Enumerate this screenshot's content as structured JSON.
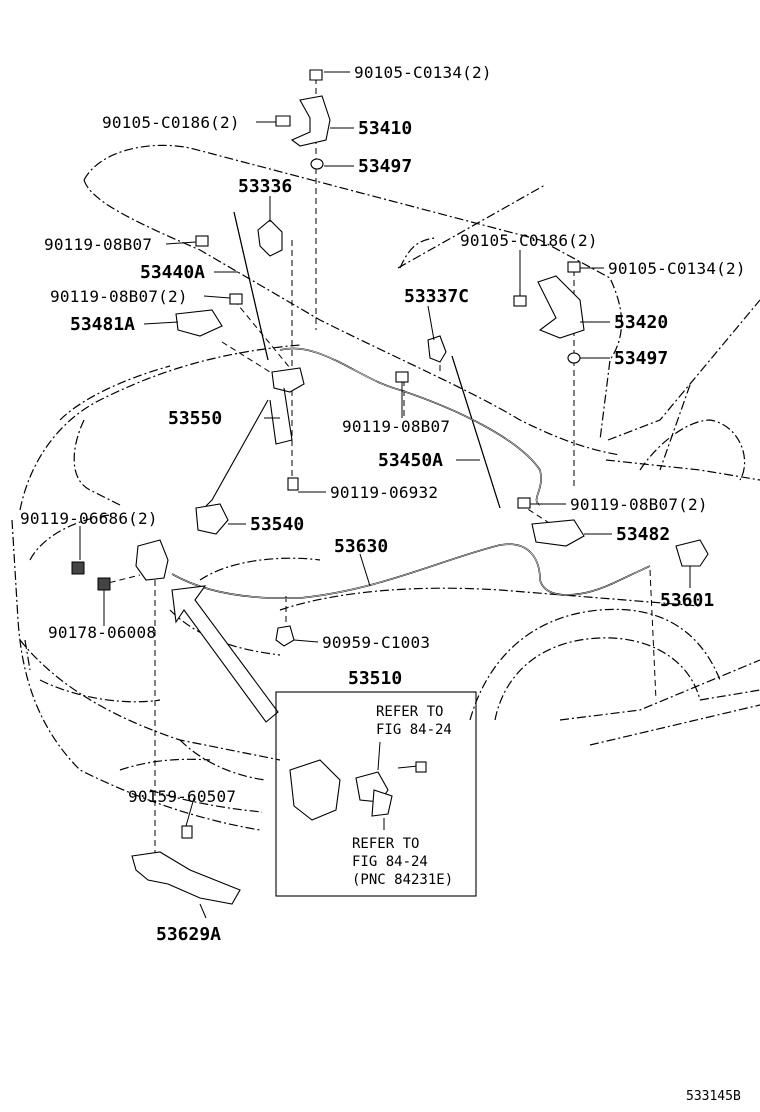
{
  "diagram_id": "533145B",
  "labels": {
    "p90105_c0134_top": "90105-C0134(2)",
    "p90105_c0186_left": "90105-C0186(2)",
    "p53410": "53410",
    "p53497_left": "53497",
    "p53336": "53336",
    "p90119_08b07_a": "90119-08B07",
    "p53440a": "53440A",
    "p90119_08b07_b": "90119-08B07(2)",
    "p53481a": "53481A",
    "p90105_c0186_right": "90105-C0186(2)",
    "p90105_c0134_right": "90105-C0134(2)",
    "p53337c": "53337C",
    "p53420": "53420",
    "p53497_right": "53497",
    "p53550": "53550",
    "p90119_08b07_c": "90119-08B07",
    "p53450a": "53450A",
    "p90119_06932": "90119-06932",
    "p90119_08b07_d": "90119-08B07(2)",
    "p90119_06686": "90119-06686(2)",
    "p53540": "53540",
    "p53630": "53630",
    "p53482": "53482",
    "p53601": "53601",
    "p90178_06008": "90178-06008",
    "p90959_c1003": "90959-C1003",
    "p53510": "53510",
    "p90159_60507": "90159-60507",
    "p53629a": "53629A"
  },
  "refs": {
    "refer1_line1": "REFER TO",
    "refer1_line2": "FIG 84-24",
    "refer2_line1": "REFER TO",
    "refer2_line2": "FIG 84-24",
    "refer2_line3": "(PNC 84231E)"
  }
}
